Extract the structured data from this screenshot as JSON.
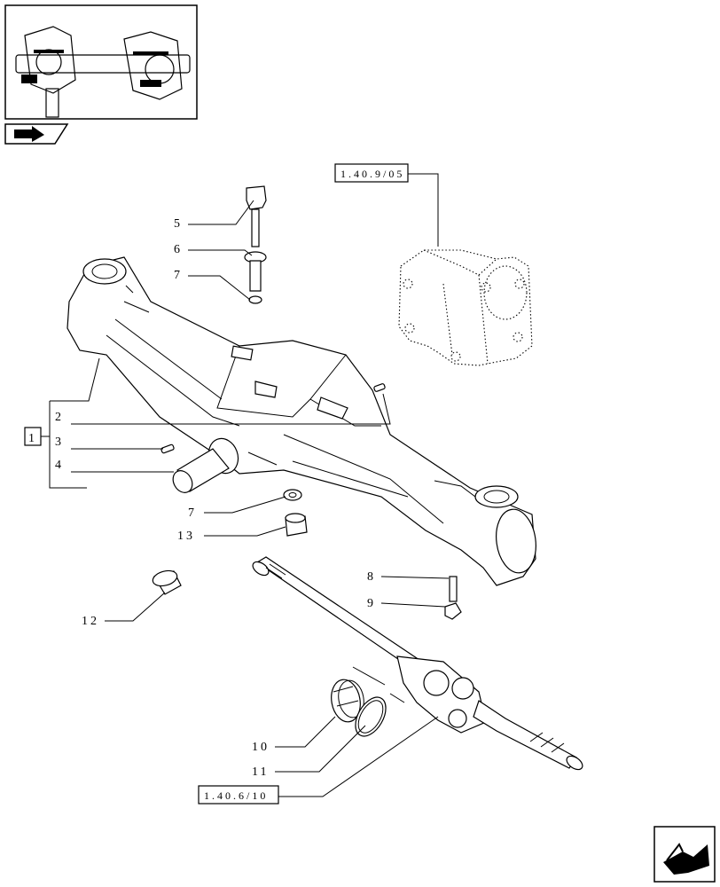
{
  "callouts": {
    "c1": "1",
    "c2": "2",
    "c3": "3",
    "c4": "4",
    "c5": "5",
    "c6": "6",
    "c7a": "7",
    "c7b": "7",
    "c8": "8",
    "c9": "9",
    "c10": "10",
    "c11": "11",
    "c12": "12",
    "c13": "13"
  },
  "references": {
    "ref_top": "1.40.9/05",
    "ref_bottom": "1.40.6/10"
  },
  "icons": {
    "overview": "axle-overview-thumbnail",
    "nav_prev": "bookmark-arrow-icon",
    "nav_next": "next-page-arrow-icon"
  }
}
